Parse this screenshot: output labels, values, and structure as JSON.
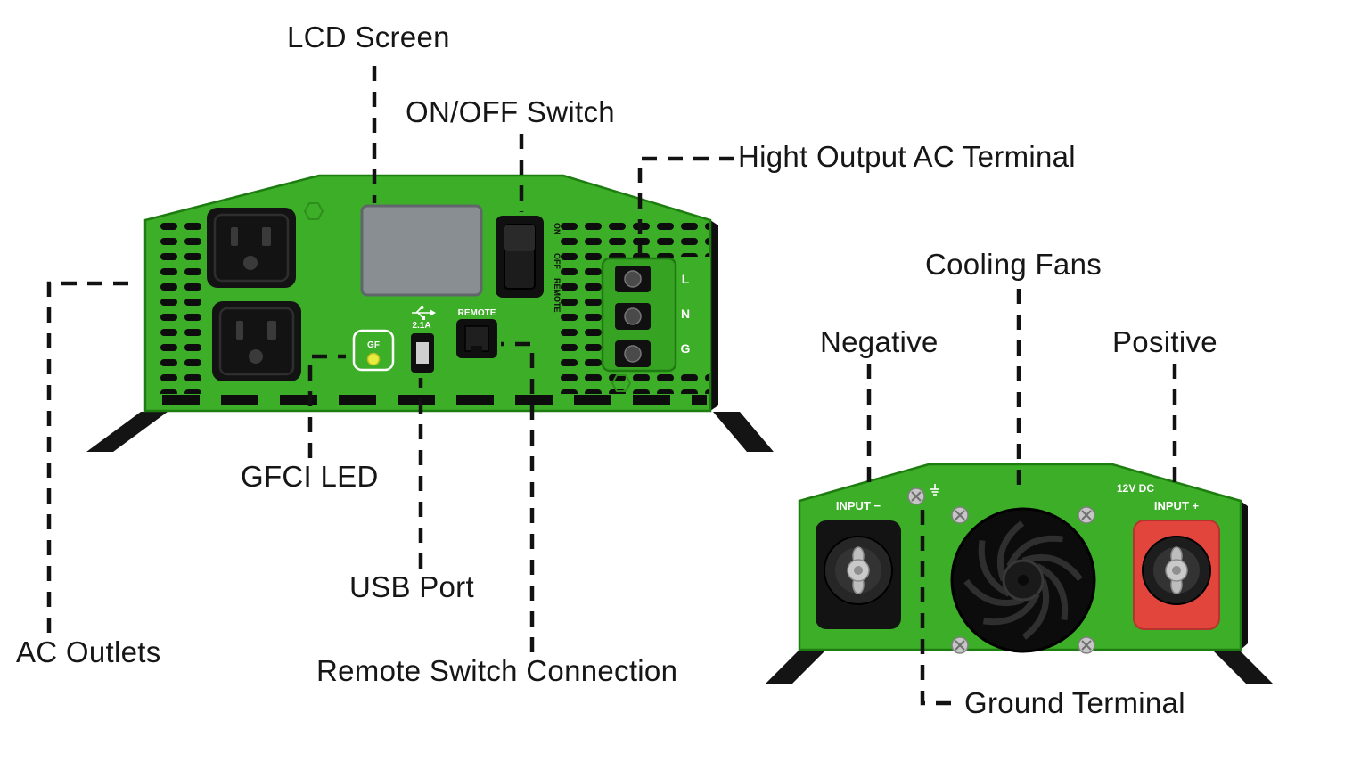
{
  "diagram": {
    "labels": {
      "lcd_screen": "LCD Screen",
      "on_off_switch": "ON/OFF Switch",
      "high_output_ac_terminal": "Hight Output AC Terminal",
      "cooling_fans": "Cooling Fans",
      "negative": "Negative",
      "positive": "Positive",
      "gfci_led": "GFCI LED",
      "usb_port": "USB Port",
      "ac_outlets": "AC Outlets",
      "remote_switch_connection": "Remote Switch Connection",
      "ground_terminal": "Ground Terminal"
    },
    "front_panel": {
      "switch_labels": [
        "ON",
        "OFF",
        "REMOTE"
      ],
      "gfci_text": "GF",
      "usb_rating": "2.1A",
      "remote_label": "REMOTE",
      "terminal_pins": [
        "L",
        "N",
        "G"
      ]
    },
    "rear_panel": {
      "input_negative": "INPUT −",
      "input_positive": "INPUT +",
      "dc_rating": "12V DC"
    },
    "colors": {
      "device_green": "#3dae27",
      "device_green_dark": "#2e8f1d",
      "positive_red": "#e2453c",
      "lcd_gray": "#888e91",
      "led_yellow": "#e7ec3f",
      "callout_line": "#121212"
    }
  }
}
